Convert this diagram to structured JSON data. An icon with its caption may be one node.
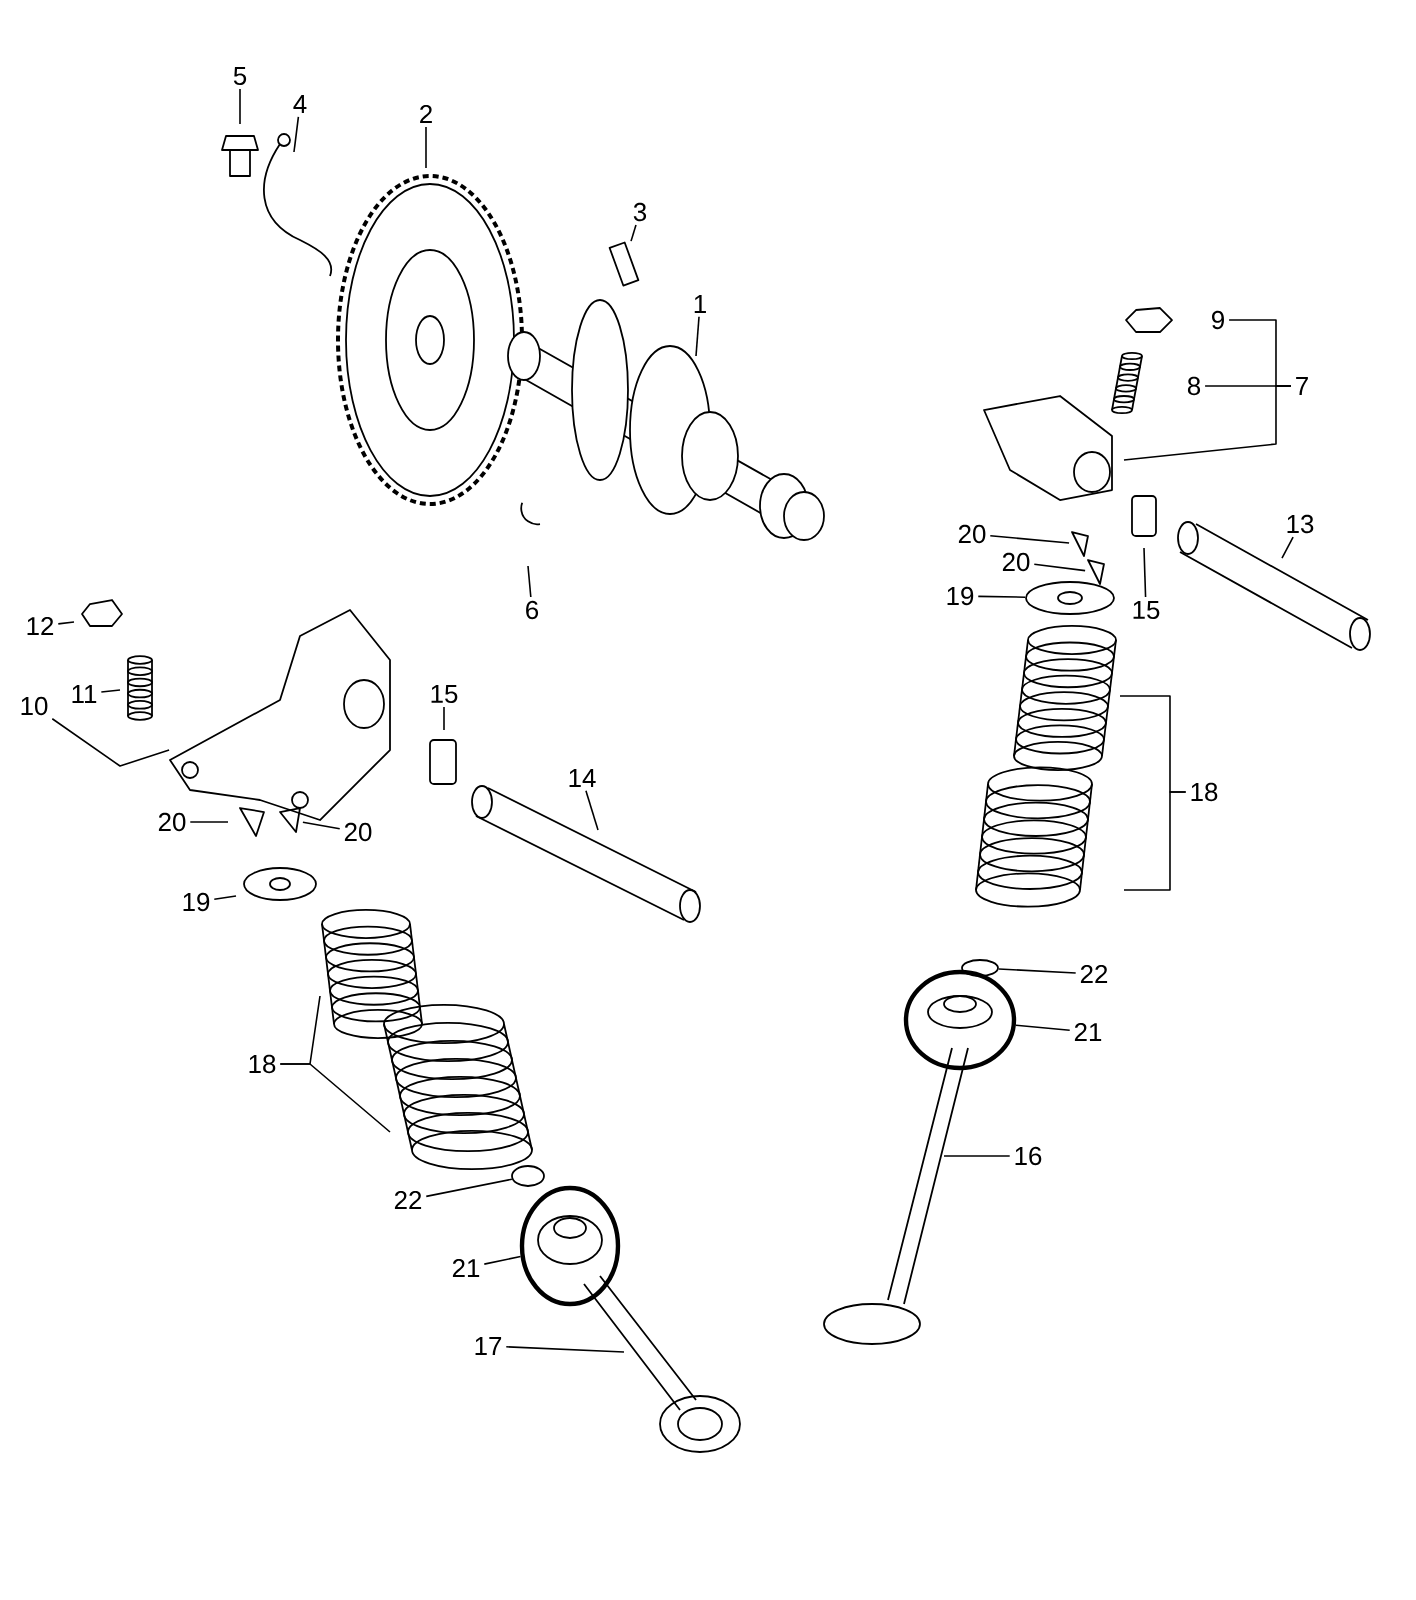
{
  "diagram": {
    "nodes": [
      {
        "text": [
          "5"
        ]
      },
      {
        "text": [
          "4"
        ]
      },
      {
        "text": [
          "2"
        ]
      },
      {
        "text": [
          "3"
        ]
      },
      {
        "text": [
          "1"
        ]
      },
      {
        "text": [
          "9"
        ]
      },
      {
        "text": [
          "8"
        ]
      },
      {
        "text": [
          "7"
        ]
      },
      {
        "text": [
          "13"
        ]
      },
      {
        "text": [
          "20"
        ]
      },
      {
        "text": [
          "20"
        ]
      },
      {
        "text": [
          "19"
        ]
      },
      {
        "text": [
          "6"
        ]
      },
      {
        "text": [
          "15"
        ]
      },
      {
        "text": [
          "12"
        ]
      },
      {
        "text": [
          "15"
        ]
      },
      {
        "text": [
          "11"
        ]
      },
      {
        "text": [
          "10"
        ]
      },
      {
        "text": [
          "14"
        ]
      },
      {
        "text": [
          "18"
        ]
      },
      {
        "text": [
          "20"
        ]
      },
      {
        "text": [
          "20"
        ]
      },
      {
        "text": [
          "19"
        ]
      },
      {
        "text": [
          "22"
        ]
      },
      {
        "text": [
          "21"
        ]
      },
      {
        "text": [
          "18"
        ]
      },
      {
        "text": [
          "16"
        ]
      },
      {
        "text": [
          "22"
        ]
      },
      {
        "text": [
          "21"
        ]
      },
      {
        "text": [
          "17"
        ]
      },
      {
        "text": [],
        "shape": "picture"
      },
      {
        "text": [],
        "shape": "picture"
      },
      {
        "text": [],
        "shape": "picture"
      },
      {
        "text": [],
        "shape": "picture"
      },
      {
        "text": [],
        "shape": "circle"
      },
      {
        "text": [],
        "shape": "circle"
      },
      {
        "text": [],
        "shape": "circle"
      },
      {
        "text": [],
        "shape": "circle"
      },
      {
        "text": [],
        "shape": "picture"
      },
      {
        "text": [],
        "shape": "picture"
      }
    ],
    "edges": [
      {
        "from": 0,
        "to": null,
        "arrow": "none"
      },
      {
        "from": 1,
        "to": null,
        "arrow": "none"
      },
      {
        "from": 2,
        "to": null,
        "arrow": "none"
      },
      {
        "from": 3,
        "to": 30,
        "arrow": "none"
      },
      {
        "from": 4,
        "to": null,
        "arrow": "none"
      },
      {
        "from": 5,
        "to": 7,
        "arrow": "none"
      },
      {
        "from": 6,
        "to": 7,
        "arrow": "none"
      },
      {
        "from": 7,
        "to": null,
        "arrow": "none"
      },
      {
        "from": 8,
        "to": null,
        "arrow": "none"
      },
      {
        "from": 9,
        "to": 31,
        "arrow": "none"
      },
      {
        "from": 10,
        "to": 38,
        "arrow": "none"
      },
      {
        "from": 11,
        "to": 32,
        "arrow": "none"
      },
      {
        "from": 12,
        "to": null,
        "arrow": "none"
      },
      {
        "from": 13,
        "to": null,
        "arrow": "none"
      },
      {
        "from": 14,
        "to": null,
        "arrow": "none"
      },
      {
        "from": 15,
        "to": null,
        "arrow": "none"
      },
      {
        "from": 16,
        "to": null,
        "arrow": "none"
      },
      {
        "from": 17,
        "to": 33,
        "arrow": "none"
      },
      {
        "from": 18,
        "to": null,
        "arrow": "none"
      },
      {
        "from": 19,
        "to": null,
        "arrow": "none"
      },
      {
        "from": 19,
        "to": null,
        "arrow": "none"
      },
      {
        "from": 20,
        "to": null,
        "arrow": "none"
      },
      {
        "from": 21,
        "to": 39,
        "arrow": "none"
      },
      {
        "from": 22,
        "to": null,
        "arrow": "none"
      },
      {
        "from": 23,
        "to": 34,
        "arrow": "none"
      },
      {
        "from": 24,
        "to": 35,
        "arrow": "none"
      },
      {
        "from": 25,
        "to": null,
        "arrow": "none"
      },
      {
        "from": 25,
        "to": null,
        "arrow": "none"
      },
      {
        "from": 26,
        "to": null,
        "arrow": "none"
      },
      {
        "from": 27,
        "to": 36,
        "arrow": "none"
      },
      {
        "from": 28,
        "to": 37,
        "arrow": "none"
      },
      {
        "from": 29,
        "to": null,
        "arrow": "none"
      }
    ]
  }
}
